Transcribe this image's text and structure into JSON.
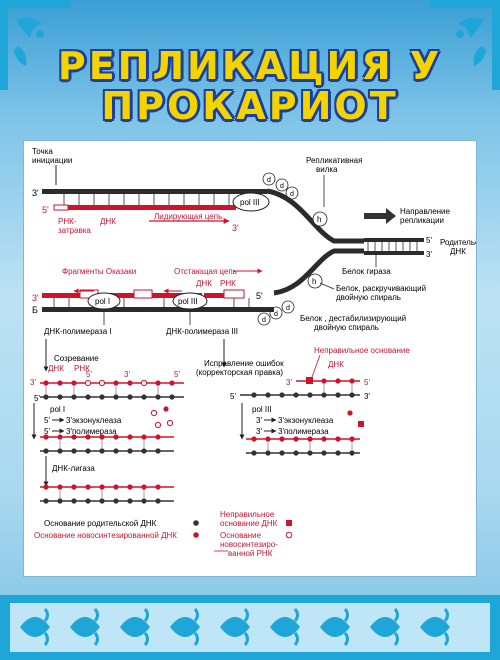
{
  "title": {
    "line1": "РЕПЛИКАЦИЯ У",
    "line2": "ПРОКАРИОТ"
  },
  "colors": {
    "dna_strand": "#2b2b2b",
    "new_strand": "#d1122c",
    "title_fill": "#f4d400",
    "title_outline": "#1d3f9c",
    "ornament": "#1fa6d8"
  },
  "labels": {
    "init_point_1": "Точка",
    "init_point_2": "инициации",
    "rep_fork_1": "Репликативная",
    "rep_fork_2": "вилка",
    "rna_primer_1": "РНК-",
    "rna_primer_2": "затравка",
    "dna_top": "ДНК",
    "leading_strand": "Лидирующая цепь",
    "direction_1": "Направление",
    "direction_2": "репликации",
    "parental_1": "Родительская",
    "parental_2": "ДНК",
    "gyrase": "Белок гираза",
    "unwinding_1": "Белок, раскручивающий",
    "unwinding_2": "двойную спираль",
    "destab_1": "Белок , дестабилизирующий",
    "destab_2": "двойную спираль",
    "okazaki": "Фрагменты Оказаки",
    "lagging": "Отстающая цепь",
    "dna_lag": "ДНК",
    "rna_lag": "РНК",
    "pol1_label": "ДНК-полимераза I",
    "pol3_label": "ДНК-полимераза III",
    "maturation": "Созревание",
    "correction_1": "Исправление ошибок",
    "correction_2": "(корректорская правка)",
    "dna_left": "ДНК",
    "rna_left": "РНК",
    "exo_left": "3'экзонуклеаза",
    "pol_left": "3'полимераза",
    "dna_right": "ДНК",
    "wrong_base": "Неправильное основание",
    "exo_right": "3'экзонуклеаза",
    "pol_right": "3'полимераза",
    "ligase": "ДНК-лигаза",
    "legend_parent": "Основание родительской ДНК",
    "legend_new": "Основание новосинтезированной ДНК",
    "legend_wrong_1": "Неправильное",
    "legend_wrong_2": "основание ДНК",
    "legend_rna_1": "Основание",
    "legend_rna_2": "новосинтезиро-",
    "legend_rna_3": "ванной РНК",
    "pol3_top": "pol III",
    "pol1_mid": "pol I",
    "pol3_mid": "pol III",
    "pol1_left": "pol I",
    "pol3_right": "pol III",
    "h": "h",
    "d": "d",
    "p3": "3'",
    "p5": "5'",
    "p3b": "3",
    "p5b": "5",
    "b": "Б"
  }
}
